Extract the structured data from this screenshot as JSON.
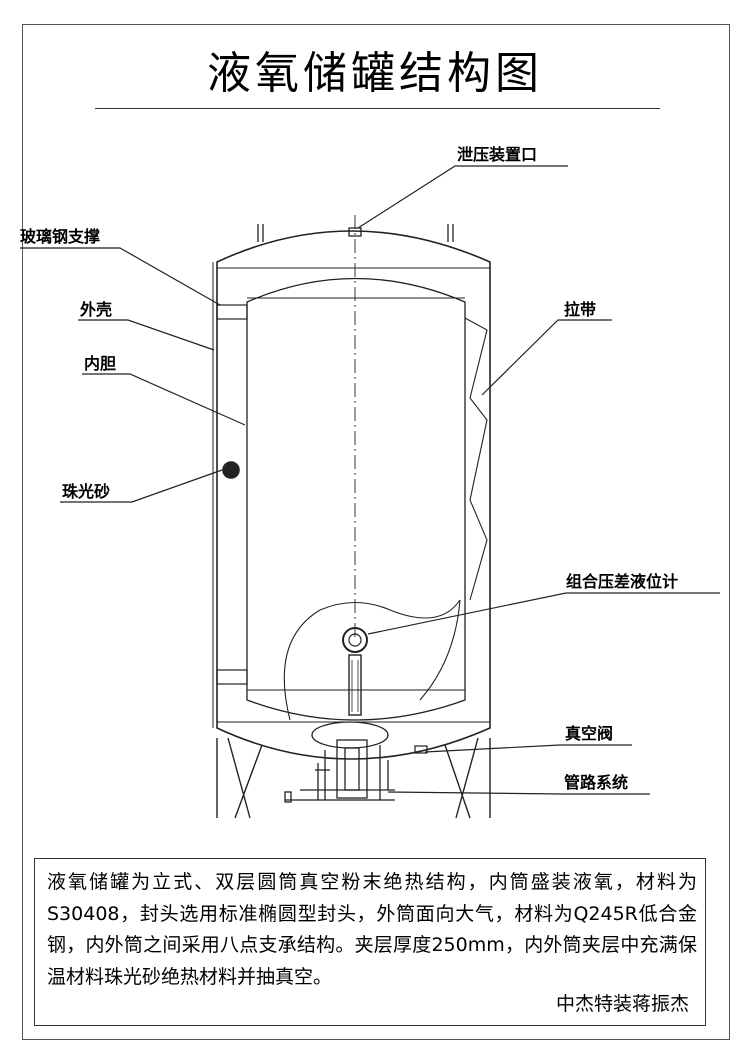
{
  "title": "液氧储罐结构图",
  "labels": {
    "relief_port": "泄压装置口",
    "frp_support": "玻璃钢支撑",
    "outer_shell": "外壳",
    "inner_vessel": "内胆",
    "pearlite": "珠光砂",
    "strap": "拉带",
    "level_gauge": "组合压差液位计",
    "vacuum_valve": "真空阀",
    "piping": "管路系统"
  },
  "description": {
    "text": "液氧储罐为立式、双层圆筒真空粉末绝热结构，内筒盛装液氧，材料为S30408，封头选用标准椭圆型封头，外筒面向大气，材料为Q245R低合金钢，内外筒之间采用八点支承结构。夹层厚度250mm，内外筒夹层中充满保温材料珠光砂绝热材料并抽真空。",
    "signature": "中杰特装蒋振杰"
  }
}
